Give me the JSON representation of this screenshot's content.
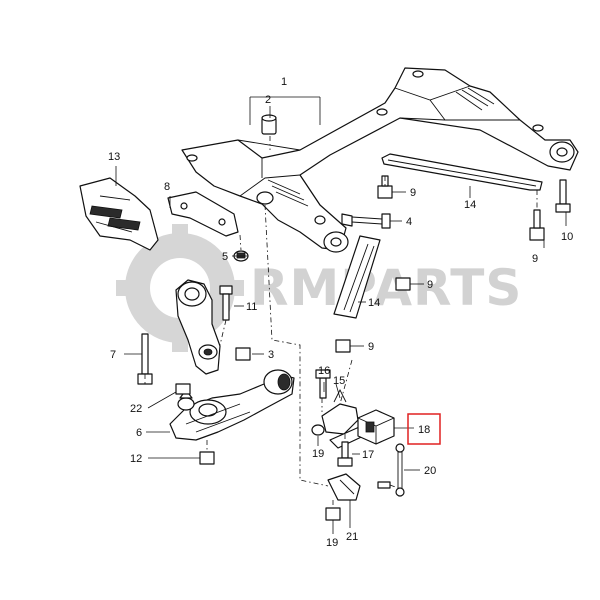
{
  "watermark": {
    "text": "RMPARTS",
    "color": "#d2d2d2"
  },
  "highlight_color": "#e02020",
  "callouts": {
    "c1": "1",
    "c2": "2",
    "c3": "3",
    "c4": "4",
    "c5": "5",
    "c6": "6",
    "c7": "7",
    "c8": "8",
    "c9a": "9",
    "c9b": "9",
    "c9c": "9",
    "c9d": "9",
    "c10": "10",
    "c11": "11",
    "c12": "12",
    "c13": "13",
    "c14a": "14",
    "c14b": "14",
    "c15": "15",
    "c16": "16",
    "c17": "17",
    "c18": "18",
    "c19a": "19",
    "c19b": "19",
    "c20": "20",
    "c21": "21",
    "c22": "22"
  }
}
